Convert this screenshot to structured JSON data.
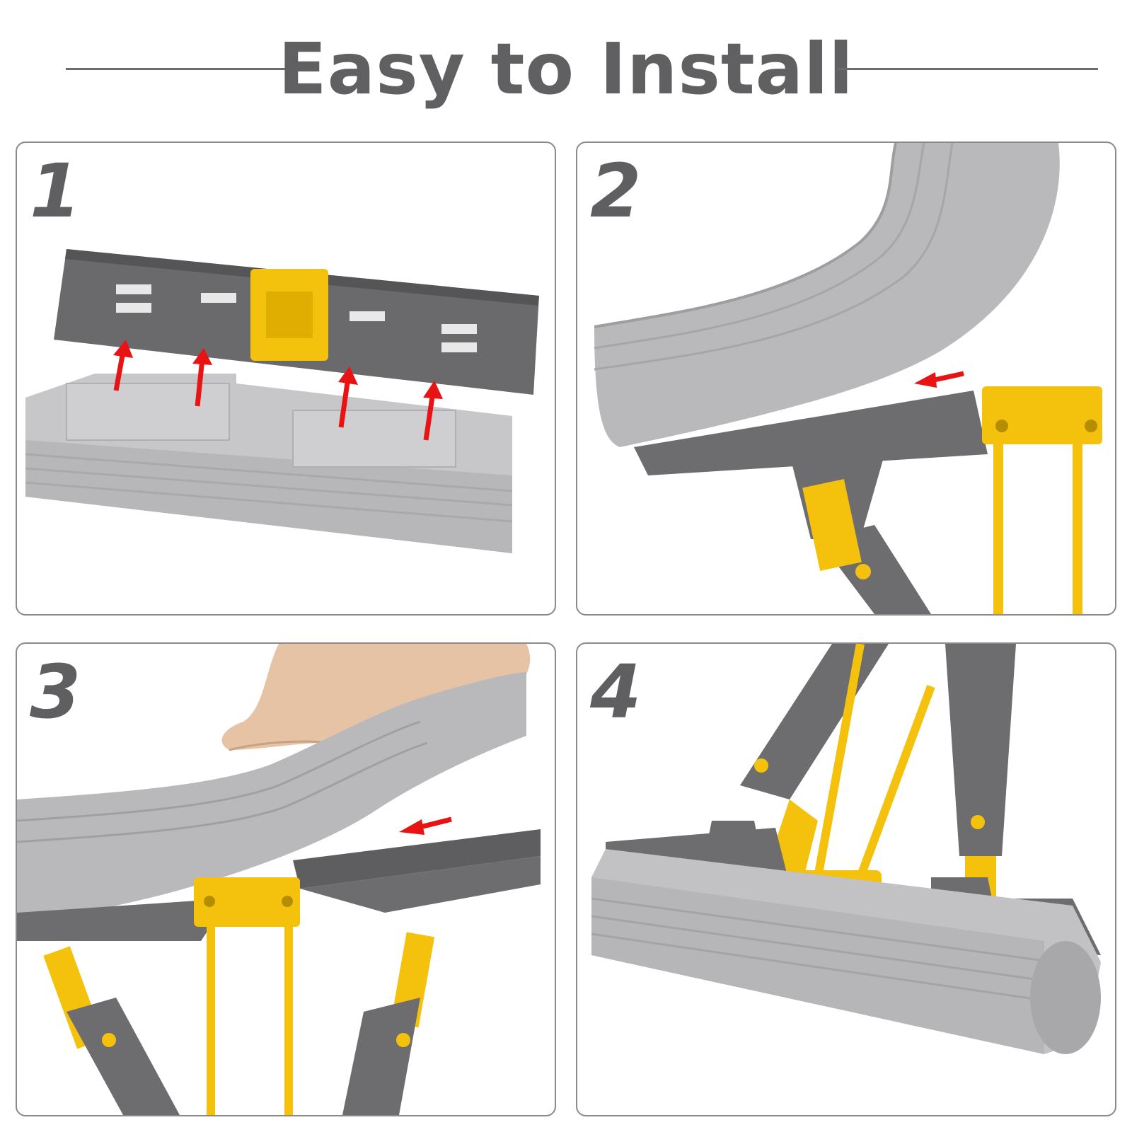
{
  "header": {
    "title": "Easy to Install"
  },
  "steps": [
    {
      "number": "1"
    },
    {
      "number": "2"
    },
    {
      "number": "3"
    },
    {
      "number": "4"
    }
  ],
  "colors": {
    "title": "#606063",
    "sponge": "#bdbdbf",
    "frame": "#6d6d70",
    "accent": "#f4c20d",
    "arrow": "#e81414"
  }
}
